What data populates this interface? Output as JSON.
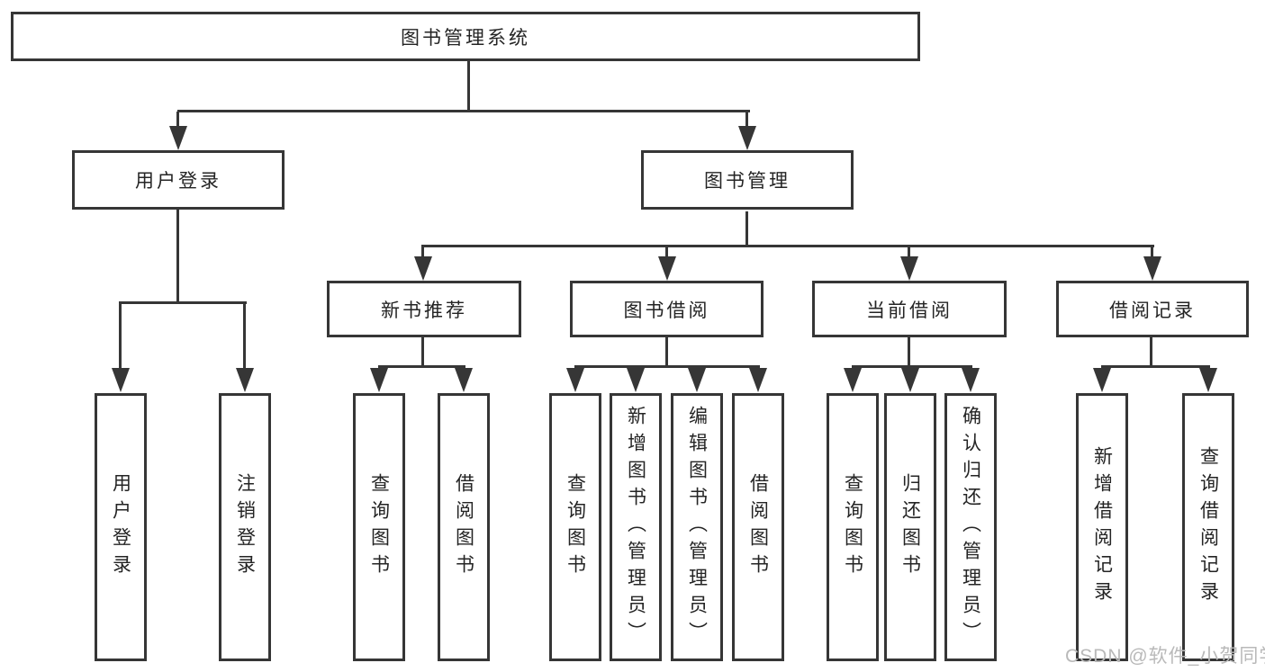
{
  "title": "图书管理系统",
  "nodes": {
    "user_login": "用户登录",
    "book_management": "图书管理"
  },
  "user_login_leaves": [
    "用户登录",
    "注销登录"
  ],
  "groups": [
    {
      "label": "新书推荐",
      "leaves": [
        "查询图书",
        "借阅图书"
      ]
    },
    {
      "label": "图书借阅",
      "leaves": [
        "查询图书",
        "新增图书（管理员）",
        "编辑图书（管理员）",
        "借阅图书"
      ]
    },
    {
      "label": "当前借阅",
      "leaves": [
        "查询图书",
        "归还图书",
        "确认归还（管理员）"
      ]
    },
    {
      "label": "借阅记录",
      "leaves": [
        "新增借阅记录",
        "查询借阅记录"
      ]
    }
  ],
  "watermark": "CSDN @软件_小贺同学",
  "colors": {
    "stroke": "#363636",
    "text": "#242424",
    "watermark_text": "#b9b9b9",
    "background": "#ffffff"
  }
}
